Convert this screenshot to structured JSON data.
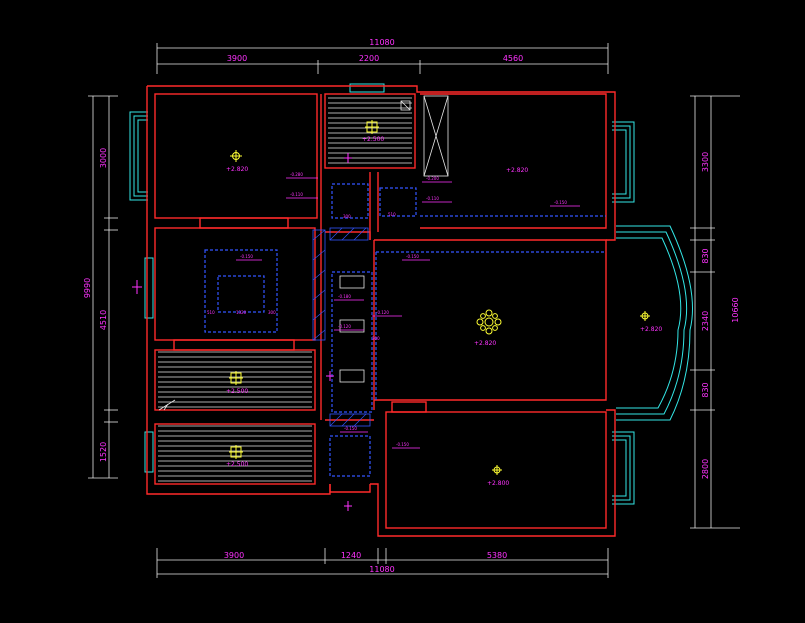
{
  "drawing": {
    "colors": {
      "background": "#000000",
      "wall": "#ff2a2a",
      "dimension": "#ff33ff",
      "window": "#33e6e6",
      "ceiling_outline": "#3355ff",
      "light": "#ffff33",
      "lines": "#e8e8e8"
    },
    "dimensions": {
      "top_total": "11080",
      "top_segments": [
        "3900",
        "2200",
        "4560"
      ],
      "bottom_segments": [
        "3900",
        "1240",
        "5380"
      ],
      "bottom_total": "11080",
      "left_total": "9990",
      "left_segments": [
        "3000",
        "4510",
        "1520"
      ],
      "right_total": "10660",
      "right_segments": [
        "3300",
        "830",
        "2340",
        "830",
        "2800"
      ]
    },
    "levels": {
      "room_nw": "+2.820",
      "room_bath_top": "+2.500",
      "room_ne": "+2.820",
      "bay": "+2.820",
      "living": "+2.820",
      "bath_mid": "+2.500",
      "bath_low": "+2.500",
      "room_se": "+2.800"
    },
    "ceiling_tags": [
      "-0.280",
      "-0.110",
      "-0.200",
      "-0.110",
      "-0.150",
      "-0.150",
      "-0.120",
      "-0.180",
      "-0.120",
      "-0.150",
      "-0.150",
      "-0.150"
    ],
    "small_dims": [
      "300",
      "510",
      "510",
      "300",
      "1320",
      "300"
    ]
  }
}
